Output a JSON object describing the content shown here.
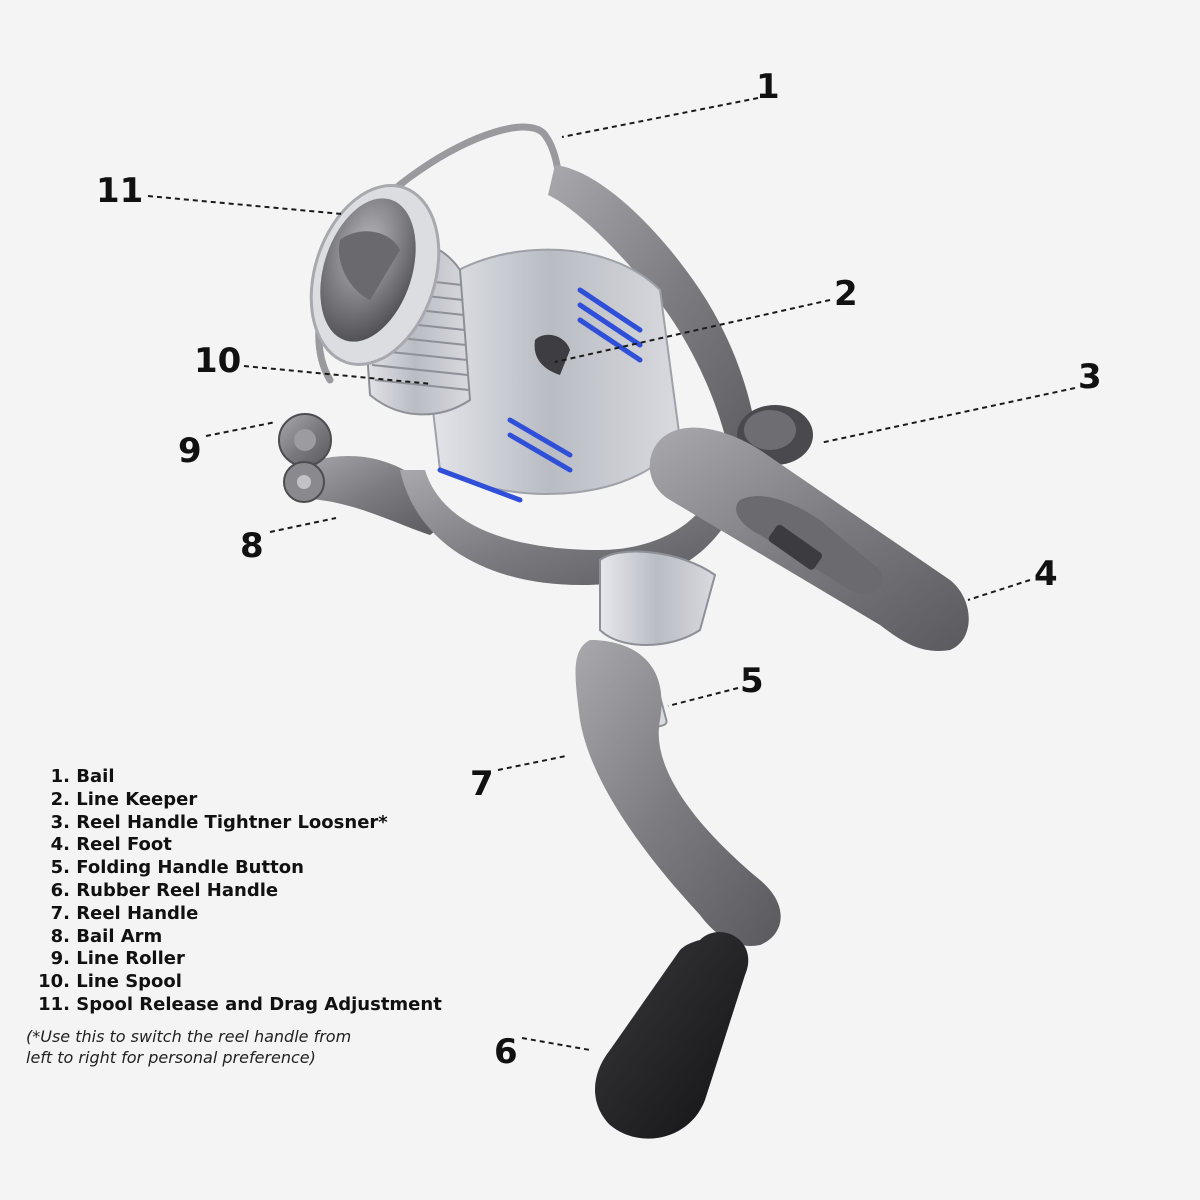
{
  "colors": {
    "background": "#f4f4f4",
    "body_metal": "#8a8a8e",
    "body_dark": "#5e5e62",
    "spool_silver": "#c9ccd2",
    "accent_blue": "#2f4fd8",
    "knob_black": "#1c1c1e",
    "text": "#111111"
  },
  "callouts": [
    {
      "id": "1",
      "label": "1"
    },
    {
      "id": "2",
      "label": "2"
    },
    {
      "id": "3",
      "label": "3"
    },
    {
      "id": "4",
      "label": "4"
    },
    {
      "id": "5",
      "label": "5"
    },
    {
      "id": "6",
      "label": "6"
    },
    {
      "id": "7",
      "label": "7"
    },
    {
      "id": "8",
      "label": "8"
    },
    {
      "id": "9",
      "label": "9"
    },
    {
      "id": "10",
      "label": "10"
    },
    {
      "id": "11",
      "label": "11"
    }
  ],
  "legend": [
    {
      "num": "1.",
      "text": "Bail"
    },
    {
      "num": "2.",
      "text": "Line Keeper"
    },
    {
      "num": "3.",
      "text": "Reel Handle Tightner Loosner*"
    },
    {
      "num": "4.",
      "text": "Reel Foot"
    },
    {
      "num": "5.",
      "text": "Folding Handle Button"
    },
    {
      "num": "6.",
      "text": "Rubber Reel Handle"
    },
    {
      "num": "7.",
      "text": "Reel Handle"
    },
    {
      "num": "8.",
      "text": "Bail Arm"
    },
    {
      "num": "9.",
      "text": "Line Roller"
    },
    {
      "num": "10.",
      "text": "Line Spool"
    },
    {
      "num": "11.",
      "text": "Spool Release and Drag Adjustment"
    }
  ],
  "footnote": {
    "line1": "(*Use this to switch the reel handle from",
    "line2": "left to right for personal preference)"
  }
}
